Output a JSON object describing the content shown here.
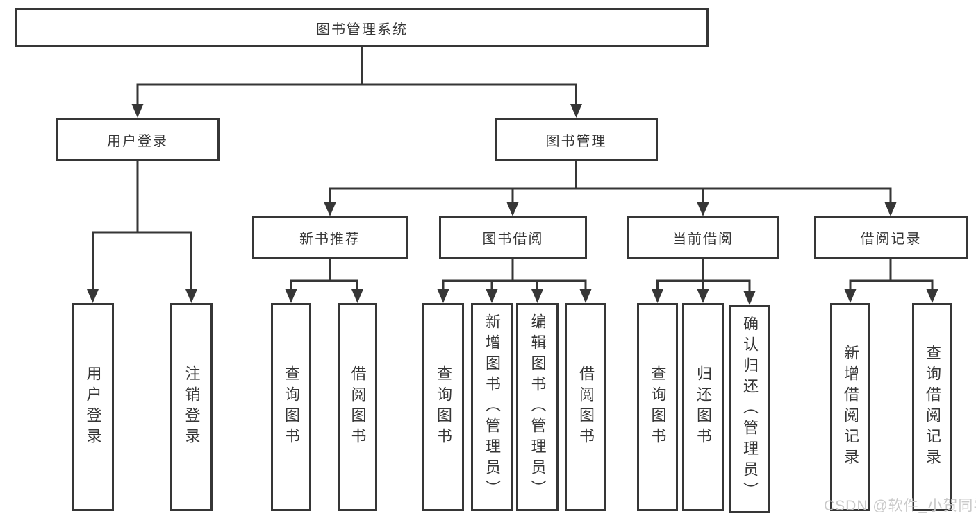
{
  "nodes": {
    "root": {
      "label": "图书管理系统"
    },
    "user_login": {
      "label": "用户登录"
    },
    "book_mgmt": {
      "label": "图书管理"
    },
    "leaf_user_login": {
      "label": "用户登录"
    },
    "leaf_logout": {
      "label": "注销登录"
    },
    "new_book": {
      "label": "新书推荐"
    },
    "book_borrow": {
      "label": "图书借阅"
    },
    "current_borrow": {
      "label": "当前借阅"
    },
    "borrow_record": {
      "label": "借阅记录"
    },
    "nb_query": {
      "label": "查询图书"
    },
    "nb_borrow": {
      "label": "借阅图书"
    },
    "bb_query": {
      "label": "查询图书"
    },
    "bb_add": {
      "label": "新增图书（管理员）"
    },
    "bb_edit": {
      "label": "编辑图书（管理员）"
    },
    "bb_borrow": {
      "label": "借阅图书"
    },
    "cb_query": {
      "label": "查询图书"
    },
    "cb_return": {
      "label": "归还图书"
    },
    "cb_confirm": {
      "label": "确认归还（管理员）"
    },
    "br_add": {
      "label": "新增借阅记录"
    },
    "br_query": {
      "label": "查询借阅记录"
    }
  },
  "watermark": {
    "text": "CSDN @软件_小贺同学"
  },
  "colors": {
    "line": "#363636",
    "text": "#363636",
    "box_background": "#ffffff",
    "watermark": "#c9c9c9",
    "page_background": "#ffffff"
  }
}
